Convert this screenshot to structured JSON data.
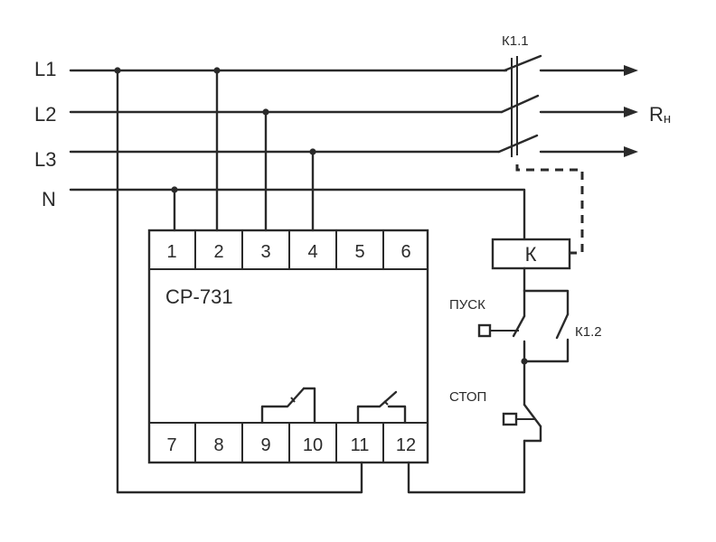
{
  "lines": {
    "l1": "L1",
    "l2": "L2",
    "l3": "L3",
    "n": "N"
  },
  "load": {
    "main": "R",
    "sub": "н"
  },
  "contacts": {
    "k11": "К1.1",
    "k12": "К1.2"
  },
  "coil": "К",
  "buttons": {
    "start": "ПУСК",
    "stop": "СТОП"
  },
  "device": {
    "name": "СР-731",
    "top_terminals": [
      "1",
      "2",
      "3",
      "4",
      "5",
      "6"
    ],
    "bottom_terminals": [
      "7",
      "8",
      "9",
      "10",
      "11",
      "12"
    ]
  },
  "colors": {
    "ink": "#2a2a2a",
    "background": "#ffffff"
  }
}
